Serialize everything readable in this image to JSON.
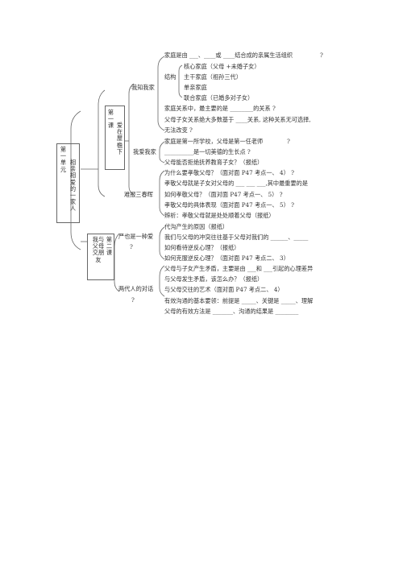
{
  "unit": {
    "title_a": "第一单元",
    "title_b": "相亲相爱的一家人"
  },
  "lesson1": {
    "title": "第一课",
    "subtitle": "爱在屋檐下",
    "sections": {
      "know_home": "我知我家",
      "love_home": "我爱我家",
      "repay": "难报三春晖"
    },
    "know_items": {
      "family_def": "家庭是由 ___、____或 ____结合成的亲属生活组织",
      "q1": "?",
      "structure_label": "结构",
      "core": "核心家庭（父母 +未婚子女）",
      "stem": "主干家庭（祖孙三代）",
      "single": "单亲家庭",
      "joint": "联合家庭（已婚多对子女）",
      "relation": "家庭关系中，最主要的是 ________的关系 ?",
      "parent_child": "父母子女关系绝大多数基于 ____关系, 这种关系无可选择,",
      "unchangeable": "无法改变 ?"
    },
    "love_items": {
      "school": "家庭是第一所学校，父母是第一任老师",
      "q2": "?",
      "growth": "__________是一切美德的生长点 ?",
      "refuse": "父母能否拒绝抚养教育子女？（报纸）"
    },
    "repay_items": {
      "why": "为什么要孝敬父母？（面对面   P47 考点一、 4） ?",
      "duty": "孝敬父母就是子女对父母的   ___  ___  ___,其中最重要的是",
      "how": "如何孝敬父母？（面对面    P47 考点一、 5） ?",
      "concrete": "孝敬父母的具体表现（面对面    P47 考点一、 5） ?",
      "analyze": "辨析：孝敬父母就是处处顺着父母（报纸）"
    }
  },
  "lesson2": {
    "title_a": "第二课",
    "title_b": "我与父母交朋友",
    "sections": {
      "rebellion": "严也是一种爱",
      "rebellion_q": "?",
      "dialogue": "两代人的对话",
      "dialogue_q": "?"
    },
    "rebellion_items": {
      "gap_cause": "代沟产生的原因（报纸）",
      "conflict": "我们与父母的冲突往往基于父母对我们的        ______、_____",
      "face_rebel": "如何看待逆反心理？（报纸）",
      "overcome": "如何克服逆反心理？（面对面        P47 考点二、 3）"
    },
    "dialogue_items": {
      "contradiction": "父母与子女产生矛盾，主要是由     ___和 ___引起的心理差异",
      "what_to_do": "与父母发生矛盾，该怎么办？（报纸）",
      "art": "与父母交往的艺术（面对面     P47 考点二、 4）",
      "basics": "有效沟通的基本要领：前提是     _____、关键是 _____、理解",
      "method": "父母的有效方法是     _______、沟通的结果是   ________"
    }
  }
}
